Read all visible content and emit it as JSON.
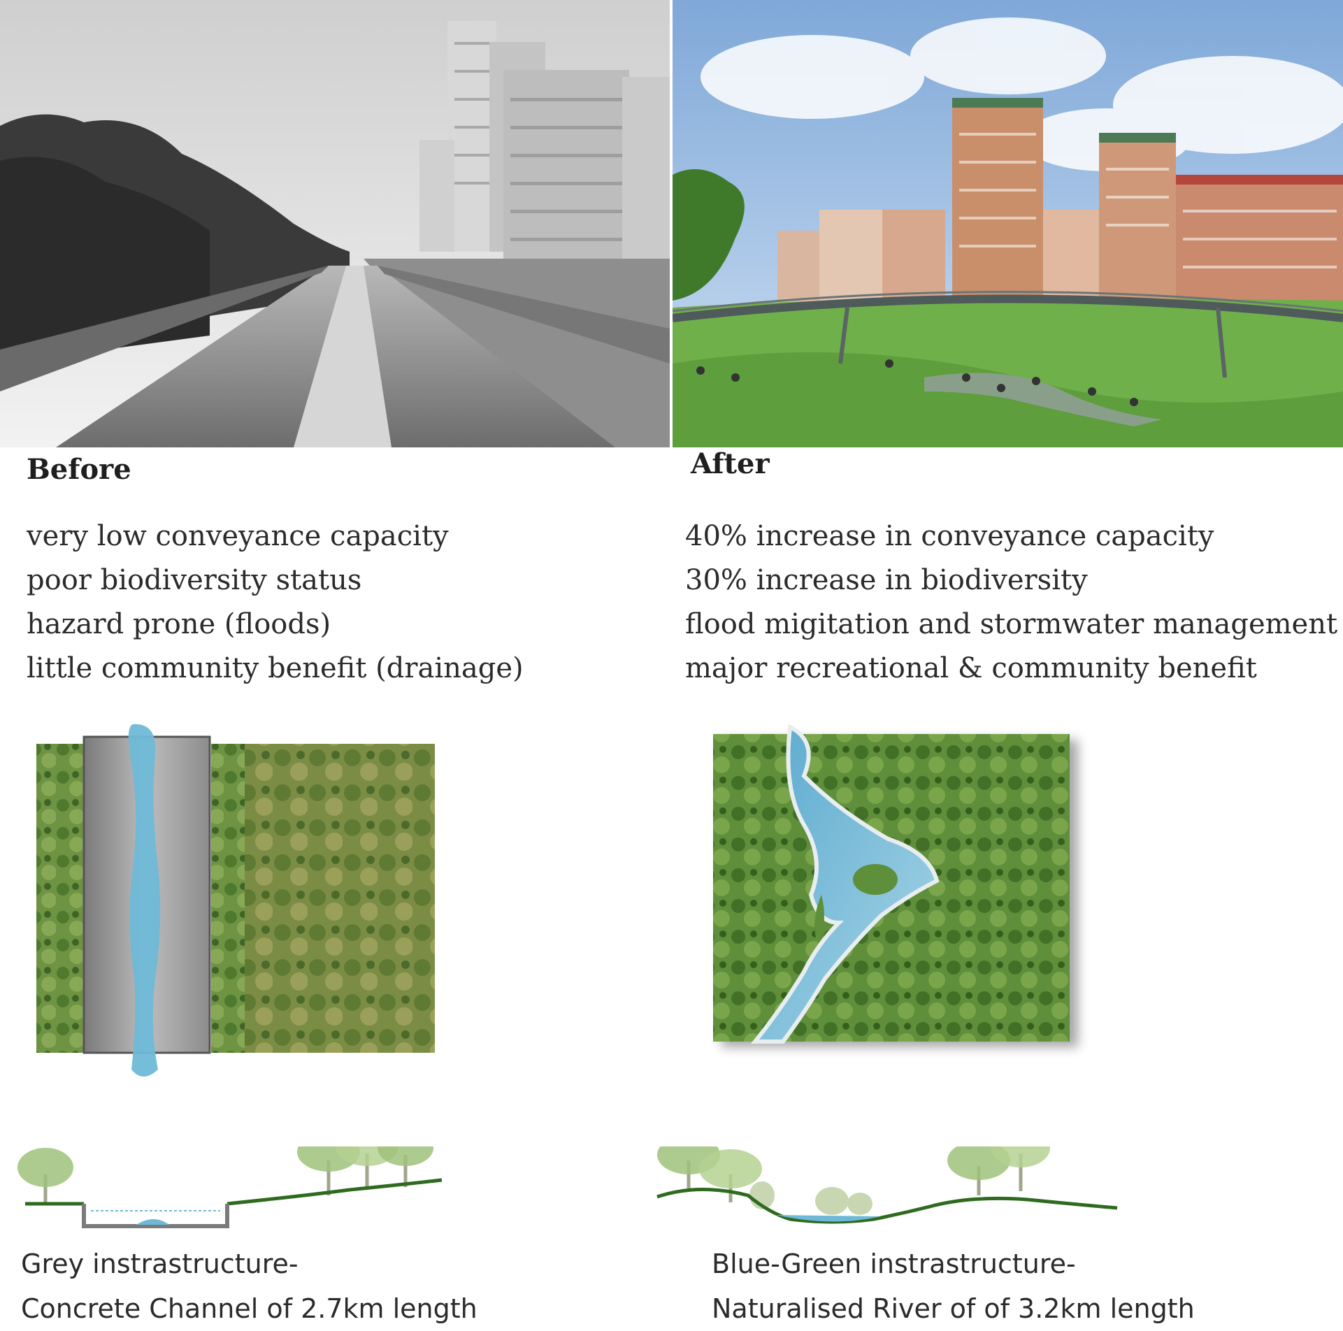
{
  "before": {
    "heading": "Before",
    "points": [
      "very low conveyance capacity",
      "poor biodiversity status",
      "hazard prone (floods)",
      "little community benefit (drainage)"
    ],
    "caption_line1": "Grey instrastructure-",
    "caption_line2": "Concrete Channel of 2.7km length"
  },
  "after": {
    "heading": "After",
    "points": [
      "40% increase in conveyance capacity",
      "30% increase in biodiversity",
      "flood migitation and stormwater management",
      "major recreational & community benefit"
    ],
    "caption_line1": "Blue-Green instrastructure-",
    "caption_line2": "Naturalised River of of 3.2km length"
  },
  "colors": {
    "water": "#6fb9d8",
    "grass": "#5e8f3a",
    "concrete": "#9a9a9a",
    "ground_line": "#2e6b1e"
  }
}
